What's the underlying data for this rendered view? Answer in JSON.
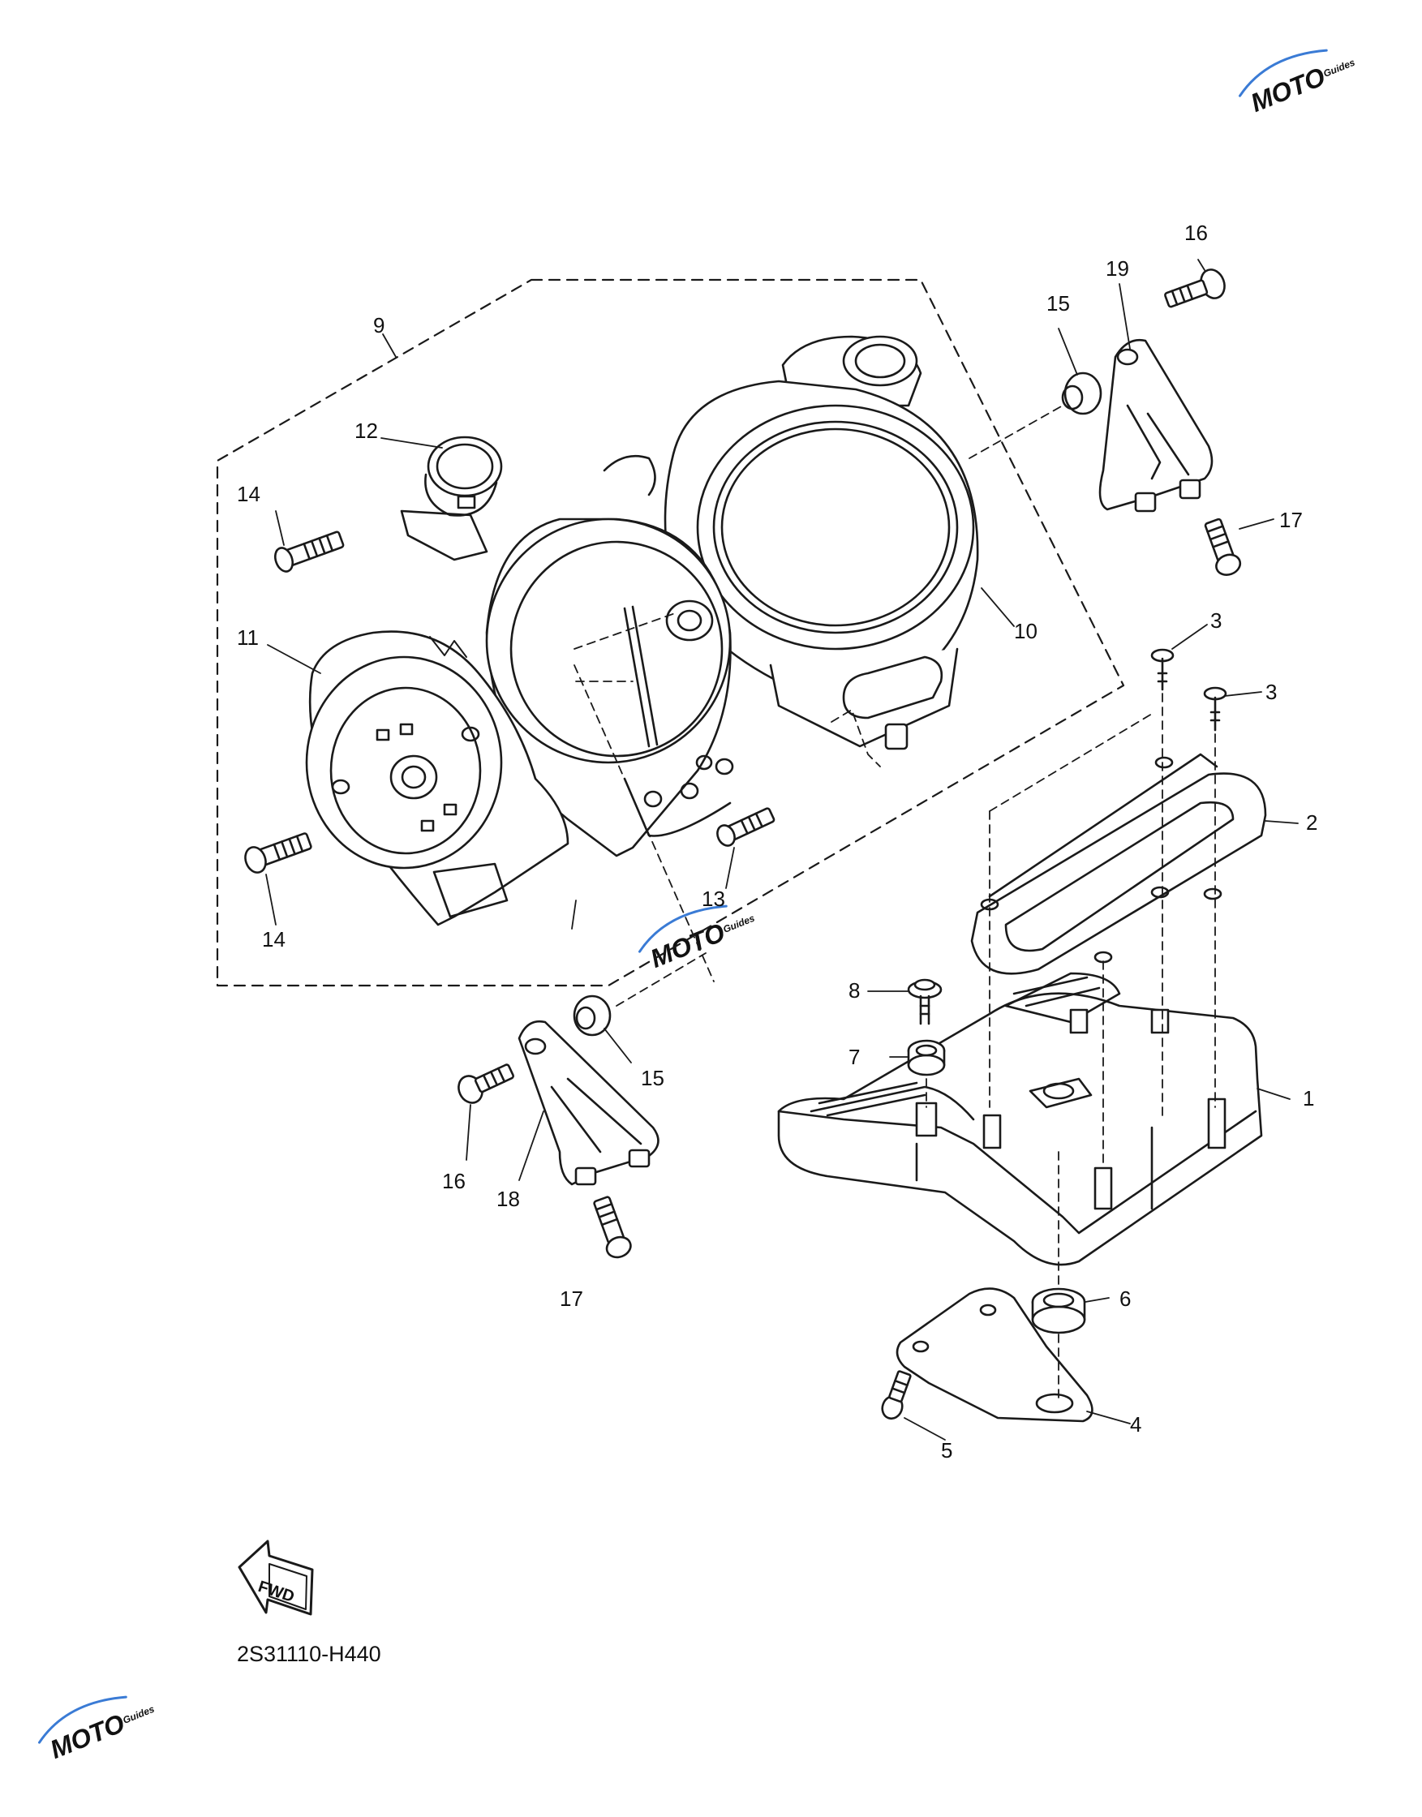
{
  "diagram": {
    "drawing_code": "2S31110-H440",
    "fwd_label": "FWD",
    "callouts": [
      {
        "id": "c1",
        "label": "1"
      },
      {
        "id": "c2",
        "label": "2"
      },
      {
        "id": "c3a",
        "label": "3"
      },
      {
        "id": "c3b",
        "label": "3"
      },
      {
        "id": "c4",
        "label": "4"
      },
      {
        "id": "c5",
        "label": "5"
      },
      {
        "id": "c6",
        "label": "6"
      },
      {
        "id": "c7",
        "label": "7"
      },
      {
        "id": "c8",
        "label": "8"
      },
      {
        "id": "c9",
        "label": "9"
      },
      {
        "id": "c10",
        "label": "10"
      },
      {
        "id": "c11",
        "label": "11"
      },
      {
        "id": "c12",
        "label": "12"
      },
      {
        "id": "c13",
        "label": "13"
      },
      {
        "id": "c14a",
        "label": "14"
      },
      {
        "id": "c14b",
        "label": "14"
      },
      {
        "id": "c15a",
        "label": "15"
      },
      {
        "id": "c15b",
        "label": "15"
      },
      {
        "id": "c16a",
        "label": "16"
      },
      {
        "id": "c16b",
        "label": "16"
      },
      {
        "id": "c17a",
        "label": "17"
      },
      {
        "id": "c17b",
        "label": "17"
      },
      {
        "id": "c18",
        "label": "18"
      },
      {
        "id": "c19",
        "label": "19"
      }
    ]
  },
  "watermark": {
    "brand": "MOTO",
    "sub": "Guides",
    "colors": {
      "red": "#e03a3a",
      "blue": "#3a7bd5",
      "gray": "#9a9a9a"
    }
  }
}
